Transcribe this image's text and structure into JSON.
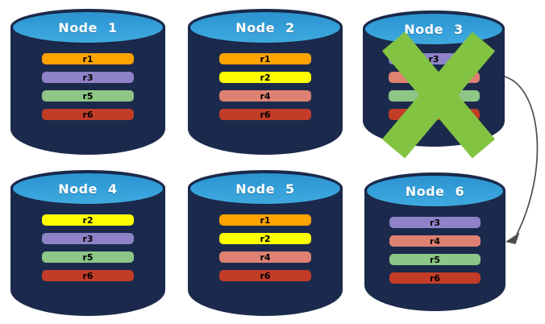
{
  "diagram": {
    "background": "#ffffff",
    "cylinder_body_color": "#1B2A4C",
    "cylinder_top_color": "#2F9CD8",
    "nodes": [
      {
        "id": "node-1",
        "title": "Node 1",
        "failed": false,
        "rows": [
          {
            "label": "r1",
            "color": "#FFA302"
          },
          {
            "label": "r3",
            "color": "#8F83C8"
          },
          {
            "label": "r5",
            "color": "#8DC687"
          },
          {
            "label": "r6",
            "color": "#C23C28"
          }
        ]
      },
      {
        "id": "node-2",
        "title": "Node 2",
        "failed": false,
        "rows": [
          {
            "label": "r1",
            "color": "#FFA302"
          },
          {
            "label": "r2",
            "color": "#FDFF00"
          },
          {
            "label": "r4",
            "color": "#DE8173"
          },
          {
            "label": "r6",
            "color": "#C23C28"
          }
        ]
      },
      {
        "id": "node-3",
        "title": "Node 3",
        "failed": true,
        "rows": [
          {
            "label": "r3",
            "color": "#8F83C8"
          },
          {
            "label": "r4",
            "color": "#DE8173"
          },
          {
            "label": "r5",
            "color": "#8DC687"
          },
          {
            "label": "r6",
            "color": "#C23C28"
          }
        ]
      },
      {
        "id": "node-4",
        "title": "Node 4",
        "failed": false,
        "rows": [
          {
            "label": "r2",
            "color": "#FDFF00"
          },
          {
            "label": "r3",
            "color": "#8F83C8"
          },
          {
            "label": "r5",
            "color": "#8DC687"
          },
          {
            "label": "r6",
            "color": "#C23C28"
          }
        ]
      },
      {
        "id": "node-5",
        "title": "Node 5",
        "failed": false,
        "rows": [
          {
            "label": "r1",
            "color": "#FFA302"
          },
          {
            "label": "r2",
            "color": "#FDFF00"
          },
          {
            "label": "r4",
            "color": "#DE8173"
          },
          {
            "label": "r6",
            "color": "#C23C28"
          }
        ]
      },
      {
        "id": "node-6",
        "title": "Node 6",
        "failed": false,
        "rows": [
          {
            "label": "r3",
            "color": "#8F83C8"
          },
          {
            "label": "r4",
            "color": "#DE8173"
          },
          {
            "label": "r5",
            "color": "#8DC687"
          },
          {
            "label": "r6",
            "color": "#C23C28"
          }
        ]
      }
    ],
    "failure_mark": {
      "node": "node-3",
      "color": "#82C341"
    },
    "arrow": {
      "from": "node-3",
      "to": "node-6",
      "color": "#4D4D4D"
    }
  }
}
